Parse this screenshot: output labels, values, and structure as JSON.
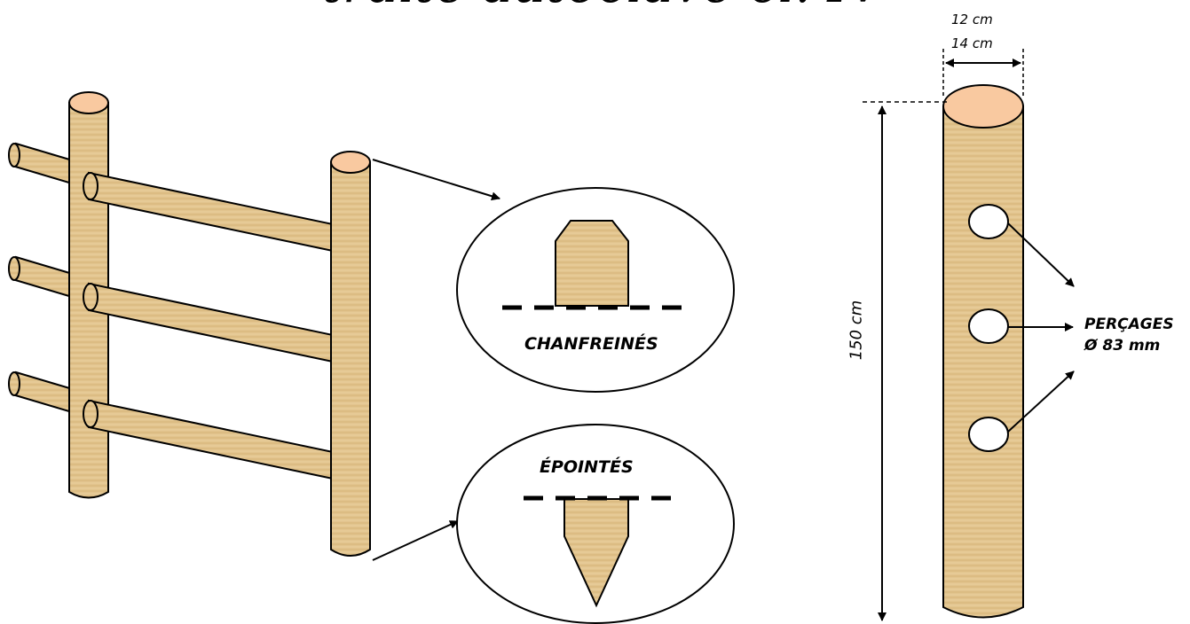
{
  "title": "traité autoclave cl. IV",
  "dimensions": {
    "width_min": "12 cm",
    "width_max": "14 cm",
    "height": "150 cm"
  },
  "details": {
    "top_end": "CHANFREINÉS",
    "bottom_end": "ÉPOINTÉS"
  },
  "holes": {
    "label": "PERÇAGES",
    "diameter": "Ø 83 mm"
  },
  "colors": {
    "wood": "#E2C48E",
    "wood_dark": "#C9A468",
    "end_grain": "#F9C9A0",
    "outline": "#000000"
  }
}
